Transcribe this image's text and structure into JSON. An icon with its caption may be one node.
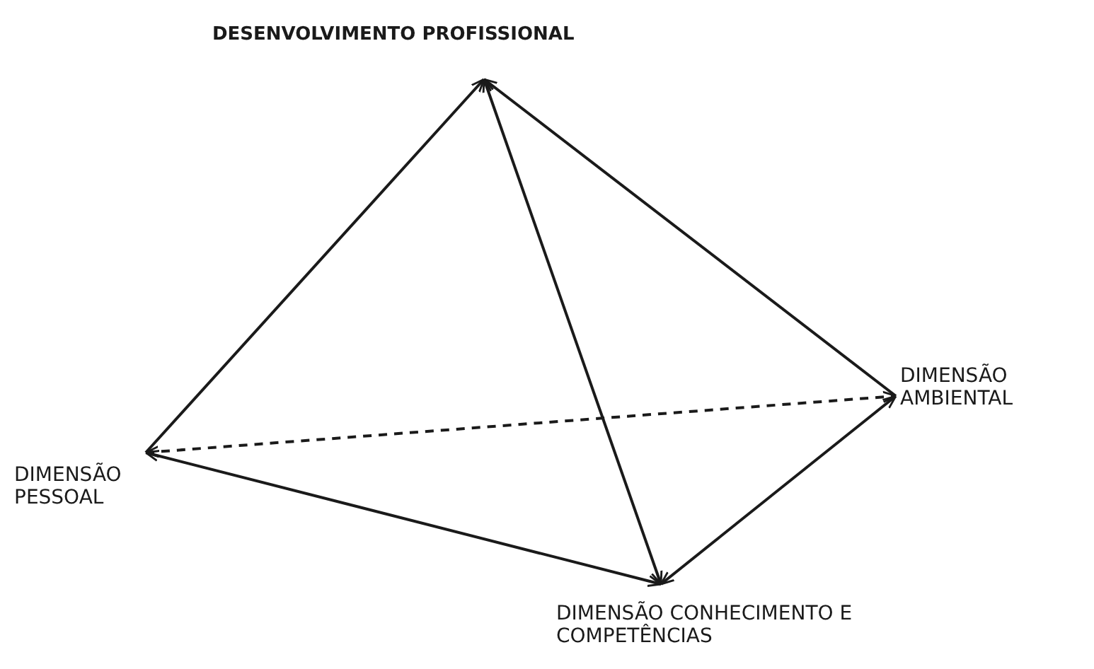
{
  "diagram": {
    "nodes": [
      {
        "text": [
          "DESENVOLVIMENTO PROFISSIONAL"
        ]
      },
      {
        "text": [
          "DIMENSÃO AMBIENTAL"
        ]
      },
      {
        "text": [
          "DIMENSÃO PESSOAL"
        ]
      },
      {
        "text": [
          "DIMENSÃO CONHECIMENTO E COMPETÊNCIAS"
        ]
      }
    ],
    "edges": [
      {
        "from": 2,
        "to": 0,
        "arrow": "to"
      },
      {
        "from": 1,
        "to": 0,
        "arrow": "to"
      },
      {
        "from": 3,
        "to": 0,
        "arrow": "both"
      },
      {
        "from": 2,
        "to": 1,
        "arrow": "both",
        "style": "dashed"
      },
      {
        "from": 2,
        "to": 3,
        "arrow": "both"
      },
      {
        "from": 1,
        "to": 3,
        "arrow": "both"
      }
    ]
  }
}
